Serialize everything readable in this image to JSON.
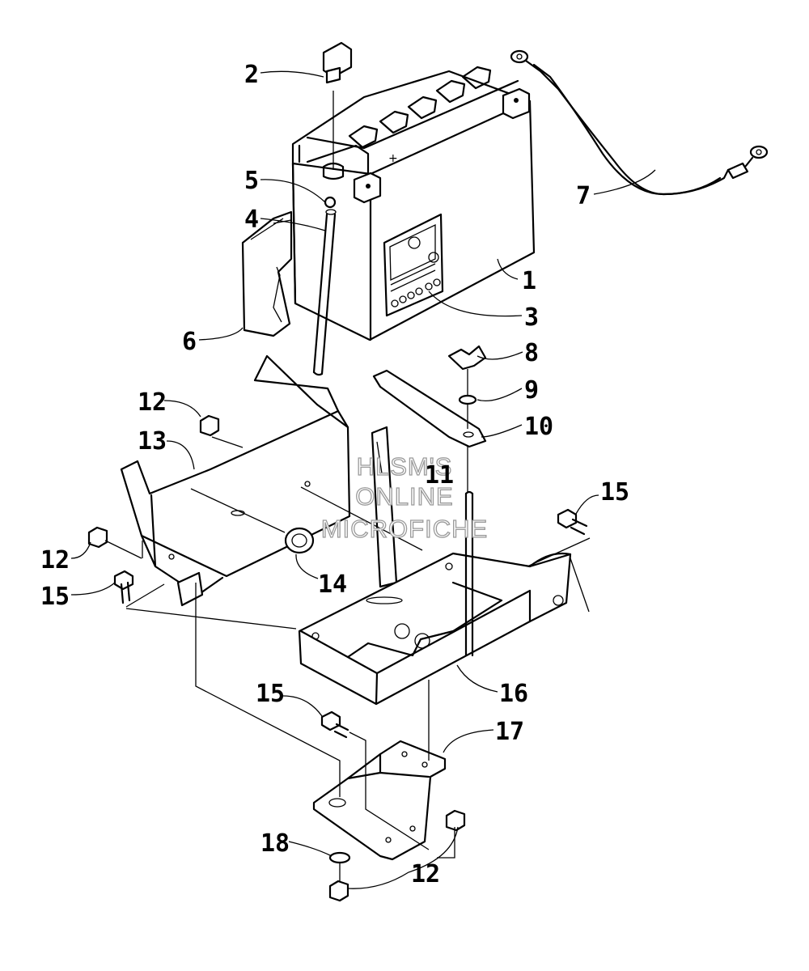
{
  "watermark": {
    "line1": "HLSM'S",
    "line2": "ONLINE",
    "line3": "MICROFICHE"
  },
  "callouts": [
    {
      "id": "c1",
      "label": "1"
    },
    {
      "id": "c2",
      "label": "2"
    },
    {
      "id": "c3",
      "label": "3"
    },
    {
      "id": "c4",
      "label": "4"
    },
    {
      "id": "c5",
      "label": "5"
    },
    {
      "id": "c6",
      "label": "6"
    },
    {
      "id": "c7",
      "label": "7"
    },
    {
      "id": "c8",
      "label": "8"
    },
    {
      "id": "c9",
      "label": "9"
    },
    {
      "id": "c10",
      "label": "10"
    },
    {
      "id": "c11",
      "label": "11"
    },
    {
      "id": "c12a",
      "label": "12"
    },
    {
      "id": "c12b",
      "label": "12"
    },
    {
      "id": "c12c",
      "label": "12"
    },
    {
      "id": "c13",
      "label": "13"
    },
    {
      "id": "c14",
      "label": "14"
    },
    {
      "id": "c15a",
      "label": "15"
    },
    {
      "id": "c15b",
      "label": "15"
    },
    {
      "id": "c15c",
      "label": "15"
    },
    {
      "id": "c16",
      "label": "16"
    },
    {
      "id": "c17",
      "label": "17"
    },
    {
      "id": "c18",
      "label": "18"
    }
  ],
  "battery_terminal_mark": "+",
  "colors": {
    "line": "#000000",
    "background": "#ffffff",
    "watermark_outline": "#9a9a9a"
  }
}
